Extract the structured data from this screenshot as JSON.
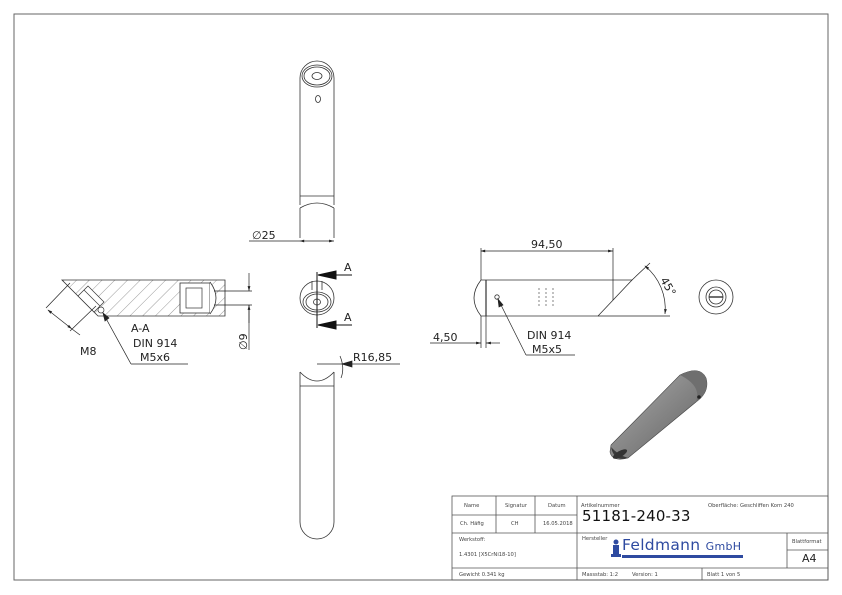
{
  "drawing": {
    "views": {
      "section_view": {
        "label": "A-A",
        "thread_label": "M8",
        "screw_note_line1": "DIN 914",
        "screw_note_line2": "M5x6",
        "diameter_label": "∅9"
      },
      "front_view": {
        "diameter_label": "∅25",
        "section_marker_top": "A",
        "section_marker_bottom": "A",
        "radius_label": "R16,85"
      },
      "side_view": {
        "length_label": "94,50",
        "offset_label": "4,50",
        "angle_label": "45°",
        "screw_note_line1": "DIN 914",
        "screw_note_line2": "M5x5"
      },
      "isometric_view": {
        "fill_color": "#8f8f8f"
      }
    }
  },
  "title_block": {
    "header": {
      "name_label": "Name",
      "signature_label": "Signatur",
      "date_label": "Datum",
      "article_label": "Artikelnummer",
      "surface_label": "Oberfläche:",
      "surface_value": "Geschliffen Korn 240"
    },
    "values": {
      "name": "Ch. Häfig",
      "signature": "CH",
      "date": "16.05.2018",
      "article_number": "51181-240-33"
    },
    "material_label": "Werkstoff:",
    "material_value": "1.4301 [X5CrNi18-10]",
    "manufacturer_label": "Hersteller",
    "manufacturer_logo": {
      "name": "Feldmann",
      "suffix": "GmbH",
      "color": "#2e4aa0"
    },
    "format_label": "Blattformat",
    "format_value": "A4",
    "weight": "Gewicht 0.341 kg",
    "scale": "Massstab: 1:2",
    "version": "Version:   1",
    "sheet": "Blatt 1 von 5"
  }
}
